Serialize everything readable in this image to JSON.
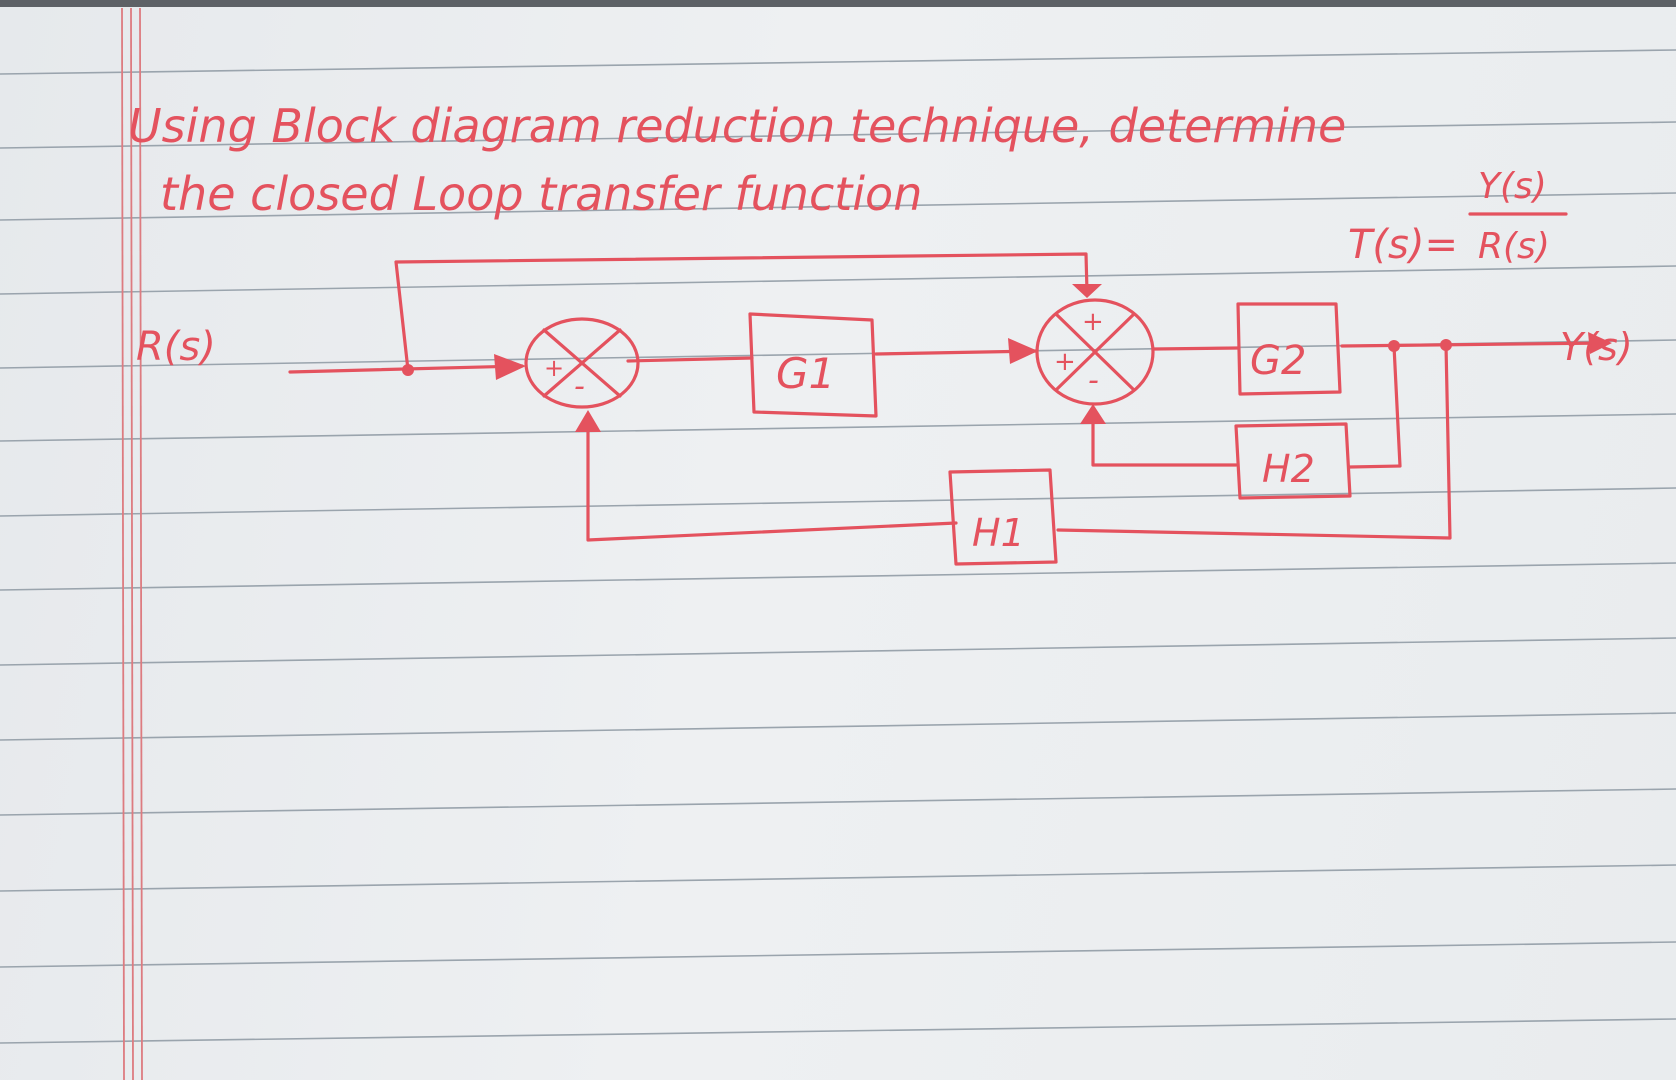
{
  "question": {
    "line1": "Using Block diagram reduction technique, determine",
    "line2": "the closed Loop transfer function",
    "tf_lhs": "T(s)=",
    "tf_num": "Y(s)",
    "tf_den": "R(s)"
  },
  "signals": {
    "input": "R(s)",
    "output": "Y(s)"
  },
  "blocks": {
    "g1": "G1",
    "g2": "G2",
    "h1": "H1",
    "h2": "H2"
  },
  "summing_junctions": {
    "sj1_plus": "+",
    "sj1_minus": "-",
    "sj2_top": "+",
    "sj2_left": "+",
    "sj2_bottom": "-"
  },
  "colors": {
    "ink": "#e4525e",
    "paper": "#eceef0",
    "ruled_line": "#9aa4ad",
    "margin_line": "#dd7b80"
  }
}
